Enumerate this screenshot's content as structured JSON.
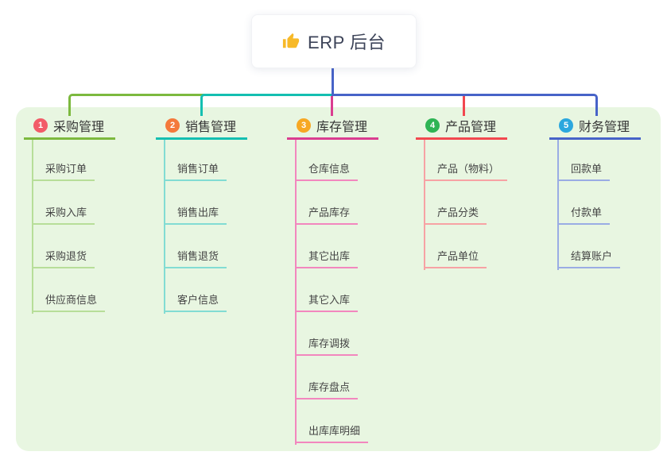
{
  "root": {
    "label": "ERP 后台",
    "icon": "thumbs-up-icon"
  },
  "colors": {
    "panel_background": "#E8F6E1",
    "trunk": "#4763C8",
    "root_text": "#3C4358",
    "thumb_icon": "#F7B928"
  },
  "branches": [
    {
      "badge": "1",
      "label": "采购管理",
      "badge_color": "#F25B68",
      "line_color": "#7CB93E",
      "child_line_color": "#B7DE99",
      "children": [
        "采购订单",
        "采购入库",
        "采购退货",
        "供应商信息"
      ]
    },
    {
      "badge": "2",
      "label": "销售管理",
      "badge_color": "#F4793B",
      "line_color": "#14BFB1",
      "child_line_color": "#82DCD3",
      "children": [
        "销售订单",
        "销售出库",
        "销售退货",
        "客户信息"
      ]
    },
    {
      "badge": "3",
      "label": "库存管理",
      "badge_color": "#F7A823",
      "line_color": "#DA3D90",
      "child_line_color": "#F287BE",
      "children": [
        "仓库信息",
        "产品库存",
        "其它出库",
        "其它入库",
        "库存调拨",
        "库存盘点",
        "出库库明细"
      ]
    },
    {
      "badge": "4",
      "label": "产品管理",
      "badge_color": "#2EB454",
      "line_color": "#F2484F",
      "child_line_color": "#F7A2A4",
      "children": [
        "产品（物料）",
        "产品分类",
        "产品单位"
      ]
    },
    {
      "badge": "5",
      "label": "财务管理",
      "badge_color": "#2BA7DE",
      "line_color": "#4763C8",
      "child_line_color": "#9AACE4",
      "children": [
        "回款单",
        "付款单",
        "结算账户"
      ]
    }
  ]
}
